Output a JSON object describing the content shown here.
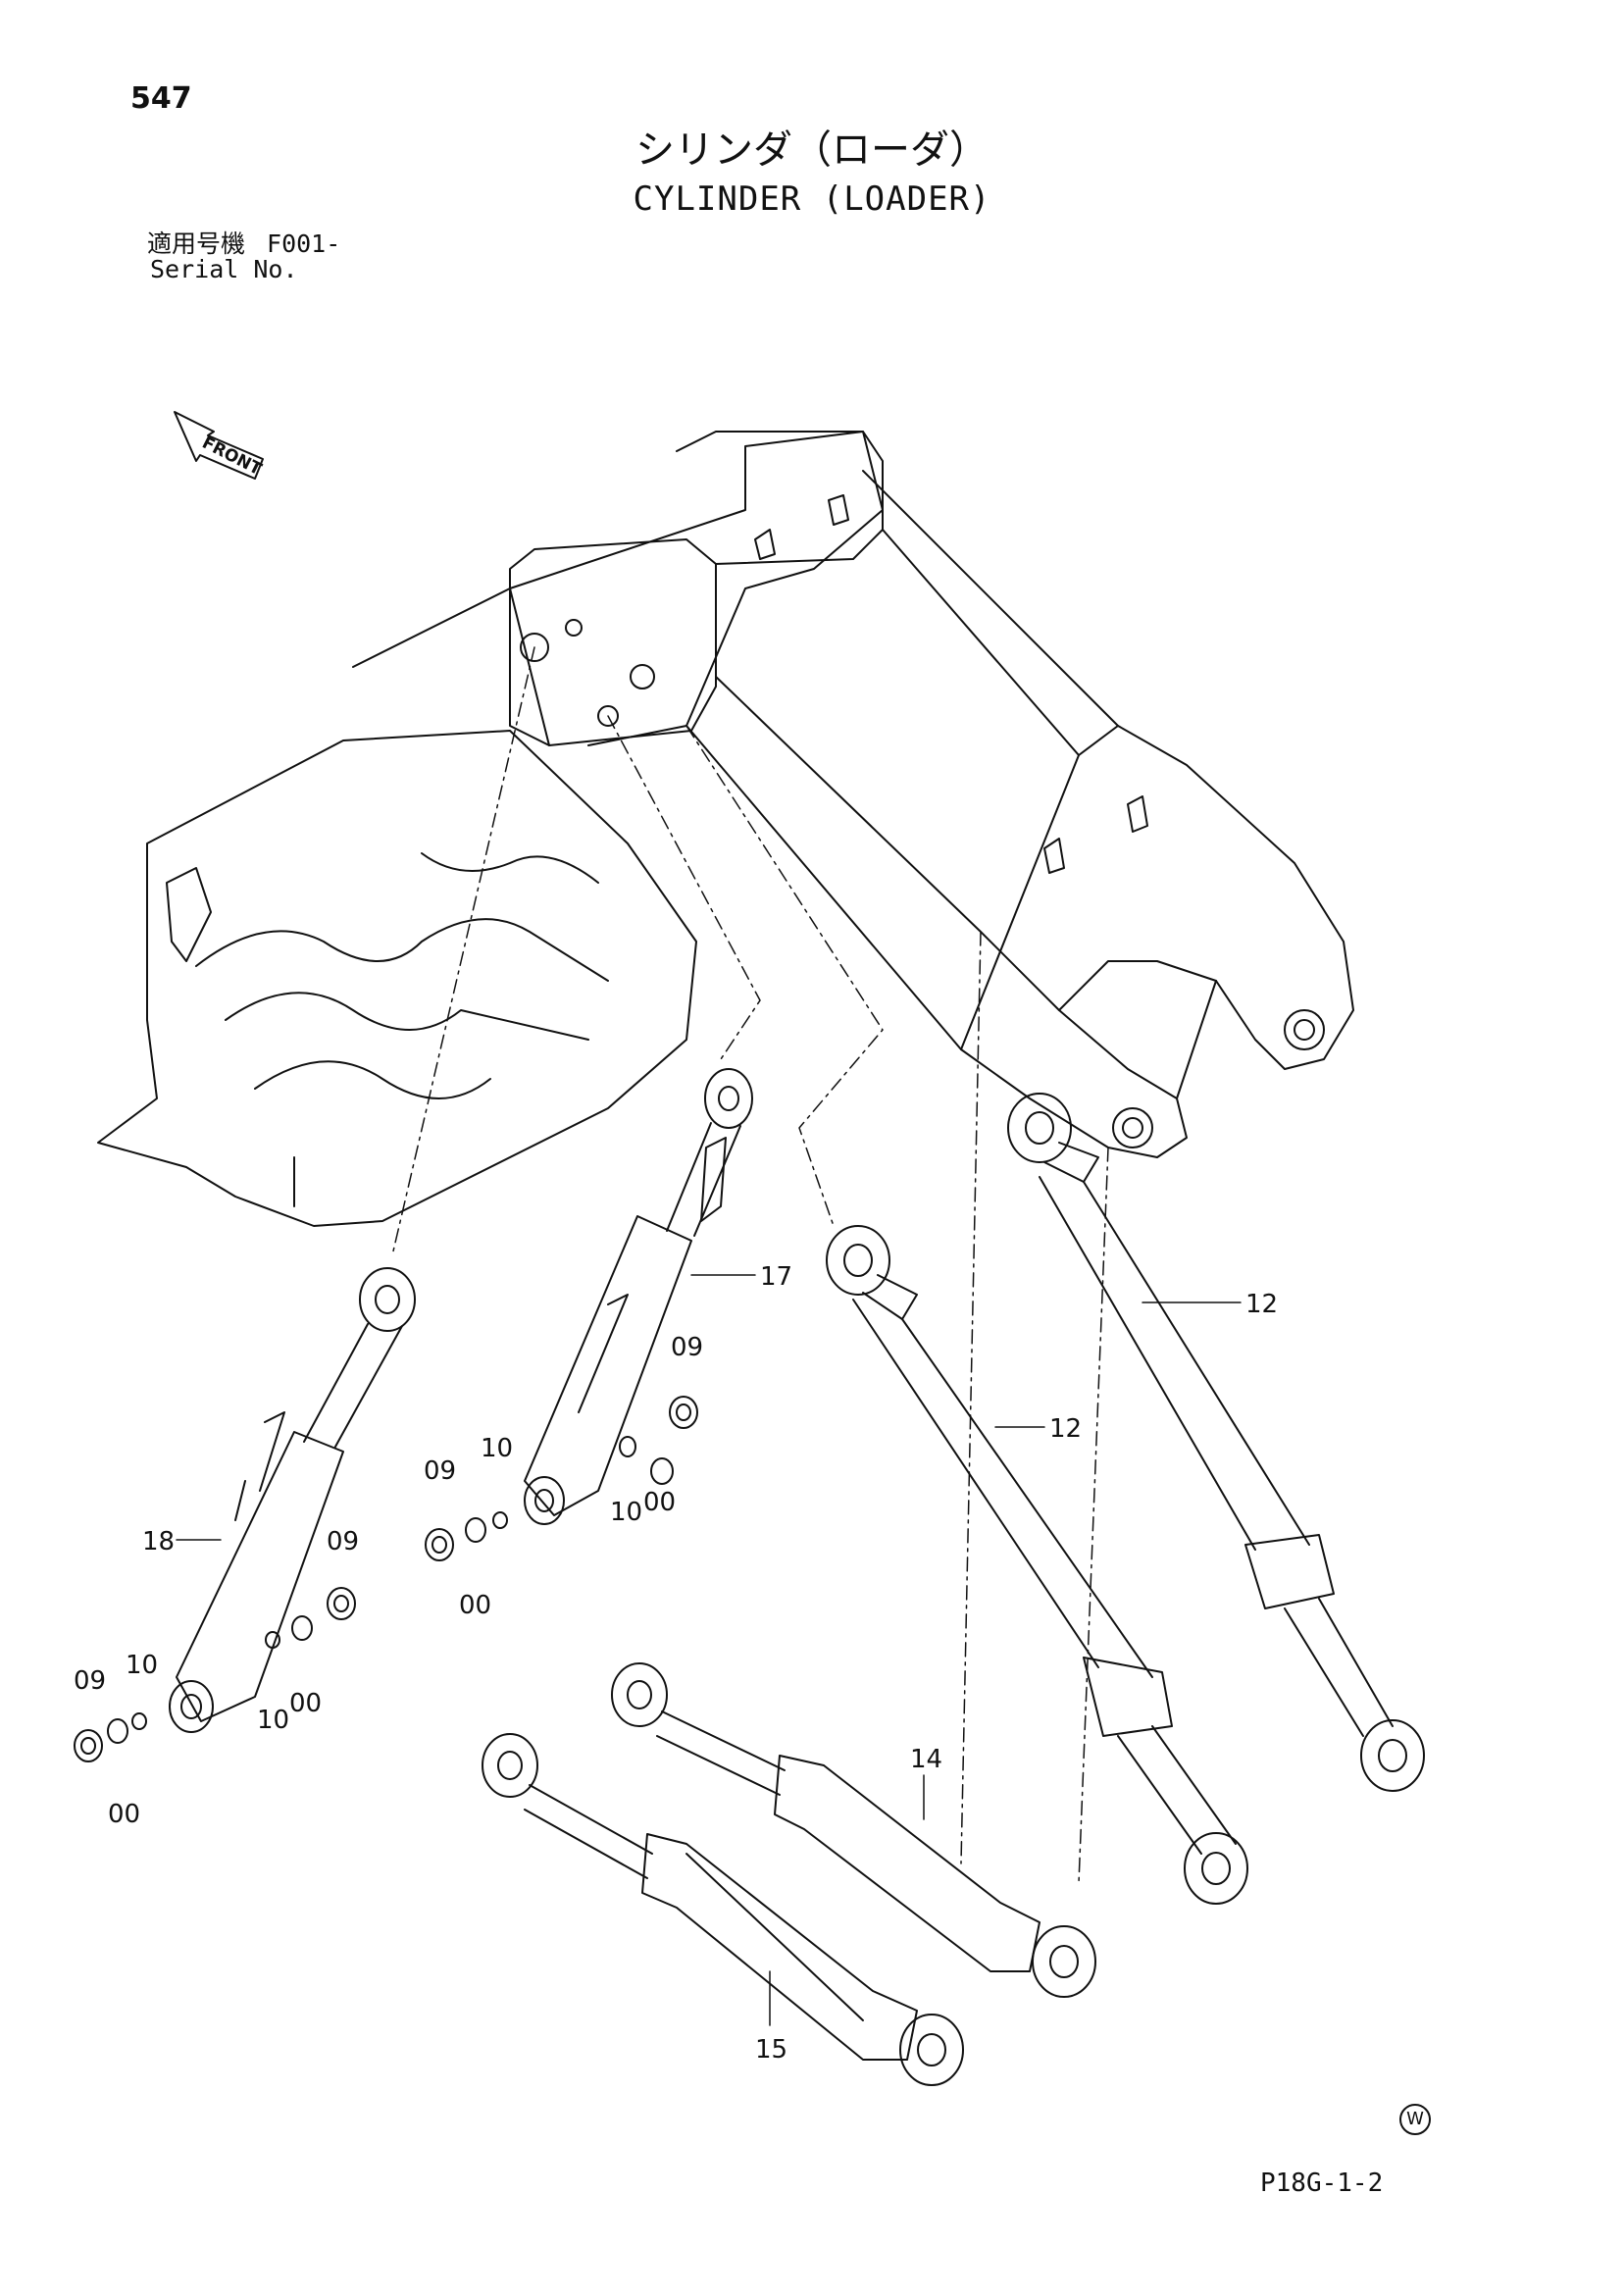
{
  "page_number": "547",
  "title_jp": "シリンダ（ローダ）",
  "title_en": "CYLINDER (LOADER)",
  "applicable": {
    "label_jp": "適用号機",
    "serial_from": "F001-",
    "label_en": "Serial No."
  },
  "front_label": "FRONT",
  "callouts": {
    "c_12a": "12",
    "c_12b": "12",
    "c_14": "14",
    "c_15": "15",
    "c_17": "17",
    "c_18": "18",
    "c_09_r1": "09",
    "c_09_m1": "09",
    "c_09_l1": "09",
    "c_09_l2": "09",
    "c_10_m1": "10",
    "c_10_m2": "10",
    "c_10_l1": "10",
    "c_10_l2": "10",
    "c_00_m1": "00",
    "c_00_m2": "00",
    "c_00_l1": "00",
    "c_00_l2": "00"
  },
  "figure_code": "P18G-1-2",
  "w_mark": "W"
}
